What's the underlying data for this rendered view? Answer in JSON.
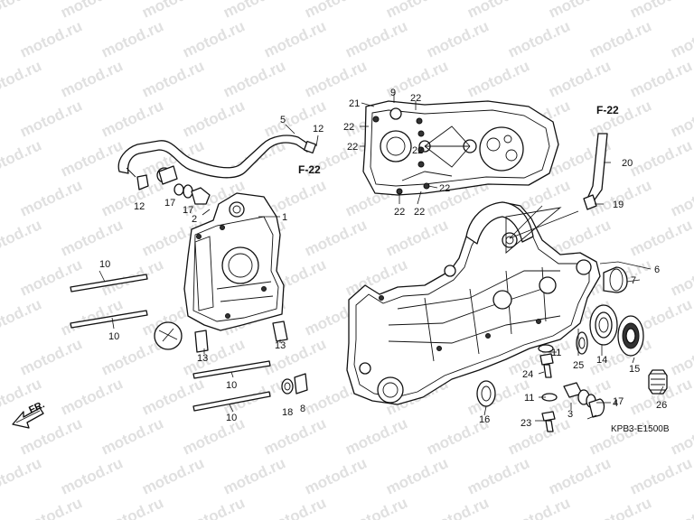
{
  "watermark": "motod.ru",
  "diagram_code": "KPB3-E1500B",
  "front_label": "FR.",
  "refs": {
    "left": "F-22",
    "right": "F-22"
  },
  "callouts": [
    "1",
    "2",
    "3",
    "4",
    "5",
    "6",
    "7",
    "8",
    "9",
    "10",
    "10",
    "10",
    "10",
    "11",
    "11",
    "12",
    "12",
    "13",
    "13",
    "14",
    "15",
    "16",
    "17",
    "17",
    "17",
    "18",
    "19",
    "20",
    "21",
    "22",
    "22",
    "22",
    "22",
    "22",
    "22",
    "22",
    "23",
    "24",
    "25",
    "26"
  ]
}
